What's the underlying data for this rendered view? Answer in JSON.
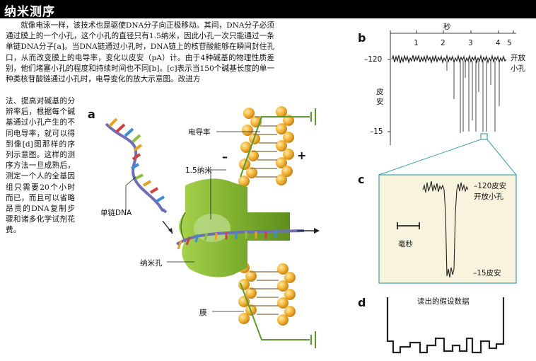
{
  "header": {
    "title": "纳米测序"
  },
  "text": {
    "paragraph1": "就像电泳一样，该技术也是驱使DNA分子向正极移动。其间，DNA分子必须通过膜上的一个小孔，这个小孔的直径只有1.5纳米，因此小孔一次只能通过一条单链DNA分子[a]。当DNA链通过小孔时，DNA链上的核苷酸能够在瞬间封住孔口，从而改变膜上的电导率，变化以皮安（pA）计。由于4种碱基的物理性质差别，他们堵塞小孔的程度和持续时间也不同[b]。[c]表示当150个碱基长度的单一种类核苷酸链通过小孔时，电导变化的放大示意图。改进方",
    "paragraph2": "法、提高对碱基的分辨率后，根据每个碱基通过小孔产生的不同电导率，就可以得到像[d]图那样的序列示意图。这样的测序方法一旦成熟后，测定一个人的全基因组只需要20个小时而已，而且可以省略昂贵的DNA复制步骤和诸多化学试剂花费。"
  },
  "panel_a": {
    "letter": "a",
    "conductance_label": "电导率",
    "pore_size_label": "1.5纳米",
    "ssdna_label": "单链DNA",
    "nanopore_label": "纳米孔",
    "membrane_label": "膜",
    "minus_sign": "–",
    "plus_sign": "+"
  },
  "panel_b": {
    "letter": "b",
    "x_axis_title": "秒",
    "x_ticks": [
      "1",
      "2",
      "3",
      "4",
      "5"
    ],
    "y_axis_title": "皮安",
    "y_tick_top": "–120",
    "y_tick_bottom": "–15",
    "open_pore_label_1": "开放",
    "open_pore_label_2": "小孔"
  },
  "panel_c": {
    "letter": "c",
    "top_label_1": "–120皮安",
    "top_label_2": "开放小孔",
    "bottom_label": "–15皮安",
    "scale_label": "毫秒"
  },
  "panel_d": {
    "letter": "d",
    "title": "读出的假设数据"
  },
  "colors": {
    "pore": "#8fbf3a",
    "membrane": "#f2b233",
    "wire": "#5c9a2c",
    "panel_c_bg": "#f7f3dd"
  }
}
